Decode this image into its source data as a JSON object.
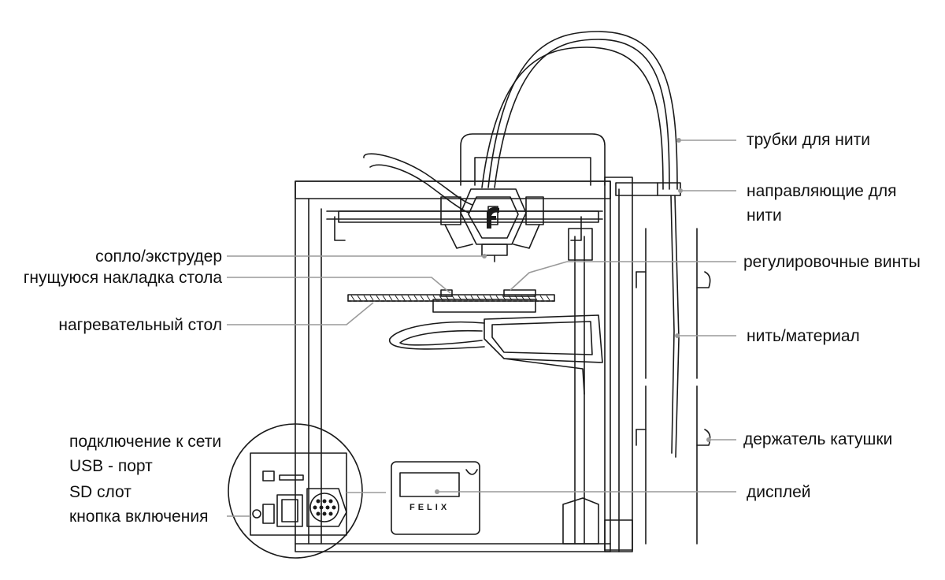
{
  "labels": {
    "filament_tubes": "трубки для нити",
    "filament_guides_line1": "направляющие для",
    "filament_guides_line2": "нити",
    "adjust_screws": "регулировочные винты",
    "filament_material": "нить/материал",
    "spool_holder": "держатель катушки",
    "display": "дисплей",
    "nozzle_extruder": "сопло/экструдер",
    "flexible_bed_plate": "гнущуюся накладка стола",
    "heated_bed": "нагревательный стол",
    "network_connection": "подключение к сети",
    "usb_port": "USB - порт",
    "sd_slot": "SD слот",
    "power_button": "кнопка включения"
  },
  "printer": {
    "brand": "FELIX"
  },
  "colors": {
    "stroke": "#1a1a1a",
    "leader": "#9a9a9a",
    "text": "#111111"
  }
}
